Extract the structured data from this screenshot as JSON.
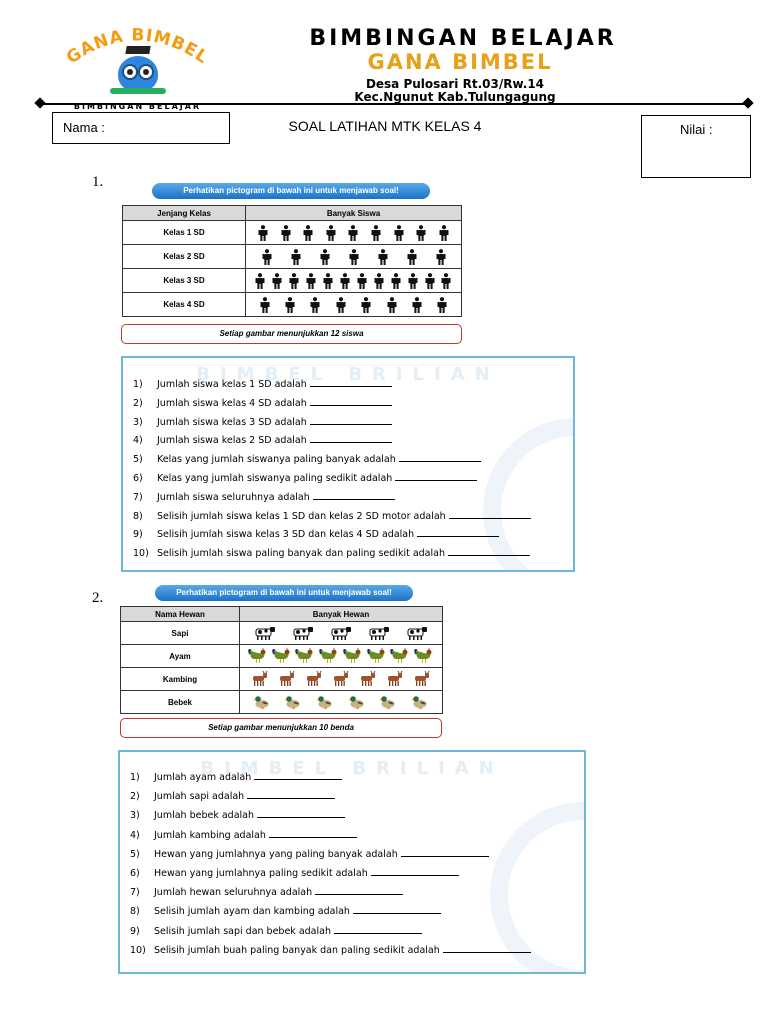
{
  "header": {
    "logo_arc_text": "GANA BIMBEL",
    "logo_sub_text": "BIMBINGAN BELAJAR",
    "title": "BIMBINGAN BELAJAR",
    "brand": "GANA BIMBEL",
    "address_line1": "Desa Pulosari Rt.03/Rw.14",
    "address_line2": "Kec.Ngunut Kab.Tulungagung"
  },
  "form": {
    "name_label": "Nama :",
    "doc_title": "SOAL LATIHAN MTK KELAS 4",
    "score_label": "Nilai :"
  },
  "q1": {
    "number": "1.",
    "banner": "Perhatikan pictogram di bawah ini untuk menjawab soal!",
    "col1": "Jenjang Kelas",
    "col2": "Banyak Siswa",
    "rows": [
      {
        "label": "Kelas 1 SD",
        "count": 9
      },
      {
        "label": "Kelas 2 SD",
        "count": 7
      },
      {
        "label": "Kelas 3 SD",
        "count": 12
      },
      {
        "label": "Kelas 4 SD",
        "count": 8
      }
    ],
    "note": "Setiap gambar menunjukkan 12 siswa",
    "watermark": "BIMBEL BRILIAN",
    "questions": [
      {
        "n": "1)",
        "text": "Jumlah siswa kelas 1 SD adalah"
      },
      {
        "n": "2)",
        "text": "Jumlah siswa kelas 4 SD adalah"
      },
      {
        "n": "3)",
        "text": "Jumlah siswa kelas 3 SD adalah"
      },
      {
        "n": "4)",
        "text": "Jumlah siswa kelas 2 SD adalah"
      },
      {
        "n": "5)",
        "text": "Kelas yang jumlah siswanya paling banyak adalah"
      },
      {
        "n": "6)",
        "text": "Kelas yang jumlah siswanya paling sedikit adalah"
      },
      {
        "n": "7)",
        "text": "Jumlah siswa seluruhnya adalah"
      },
      {
        "n": "8)",
        "text": "Selisih jumlah siswa kelas 1 SD dan kelas 2 SD motor adalah"
      },
      {
        "n": "9)",
        "text": "Selisih jumlah siswa kelas 3 SD dan kelas 4 SD adalah"
      },
      {
        "n": "10)",
        "text": "Selisih jumlah siswa paling banyak dan paling sedikit adalah"
      }
    ]
  },
  "q2": {
    "number": "2.",
    "banner": "Perhatikan pictogram di bawah ini untuk menjawab soal!",
    "col1": "Nama Hewan",
    "col2": "Banyak Hewan",
    "rows": [
      {
        "label": "Sapi",
        "count": 5,
        "icon": "cow-icon"
      },
      {
        "label": "Ayam",
        "count": 8,
        "icon": "rooster-icon"
      },
      {
        "label": "Kambing",
        "count": 7,
        "icon": "goat-icon"
      },
      {
        "label": "Bebek",
        "count": 6,
        "icon": "duck-icon"
      }
    ],
    "note": "Setiap gambar menunjukkan 10 benda",
    "watermark": "BIMBEL BRILIAN",
    "questions": [
      {
        "n": "1)",
        "text": "Jumlah ayam adalah"
      },
      {
        "n": "2)",
        "text": "Jumlah sapi adalah"
      },
      {
        "n": "3)",
        "text": "Jumlah bebek adalah"
      },
      {
        "n": "4)",
        "text": "Jumlah kambing adalah"
      },
      {
        "n": "5)",
        "text": "Hewan yang jumlahnya yang paling banyak adalah"
      },
      {
        "n": "6)",
        "text": "Hewan yang jumlahnya paling sedikit adalah"
      },
      {
        "n": "7)",
        "text": "Jumlah hewan seluruhnya adalah"
      },
      {
        "n": "8)",
        "text": "Selisih jumlah ayam dan kambing adalah"
      },
      {
        "n": "9)",
        "text": "Selisih jumlah sapi dan bebek adalah"
      },
      {
        "n": "10)",
        "text": "Selisih jumlah buah paling banyak dan paling sedikit adalah"
      }
    ]
  },
  "colors": {
    "brand_orange": "#e6a117",
    "banner_blue": "#1a73c9",
    "box_border": "#6fb7d8",
    "note_border": "#c0392b"
  }
}
